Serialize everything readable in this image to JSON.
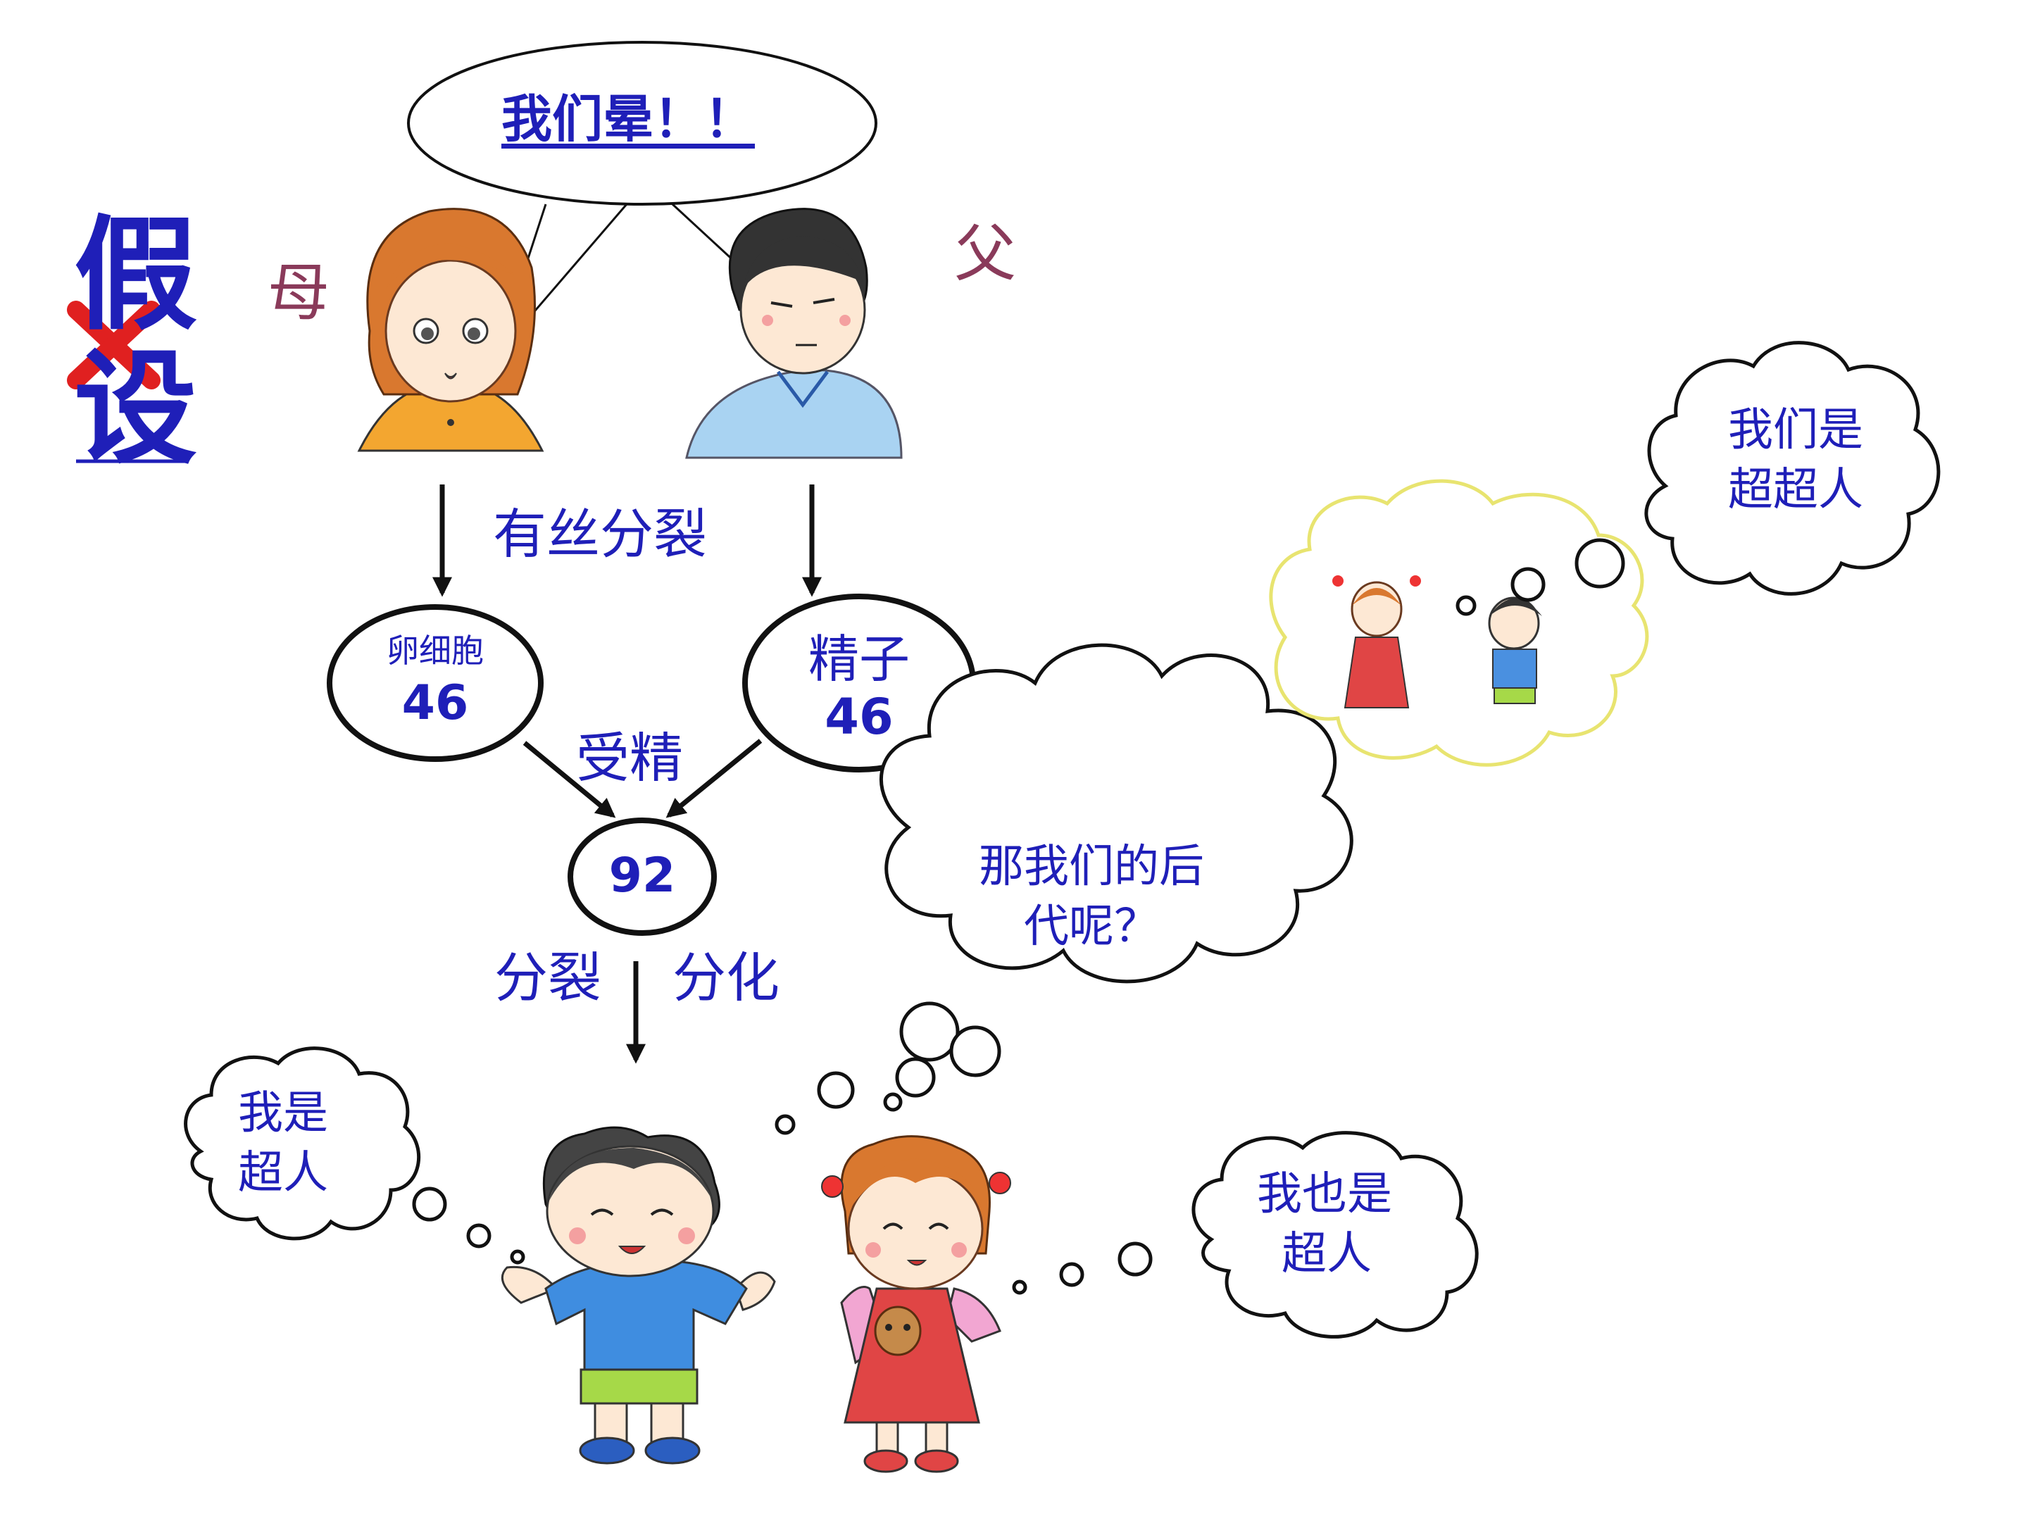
{
  "colors": {
    "text_blue": "#1f1fb8",
    "parent_label": "#8a3a5a",
    "cross": "#e02020",
    "line": "#111111"
  },
  "hypothesis": {
    "char1": "假",
    "char2": "设",
    "cross_icon": "cross-mark-icon"
  },
  "parents": {
    "mother_label": "母",
    "father_label": "父",
    "speech_bubble": "我们晕！！"
  },
  "diagram": {
    "mitosis_label": "有丝分裂",
    "egg": {
      "name": "卵细胞",
      "count": "46"
    },
    "sperm": {
      "name": "精子",
      "count": "46"
    },
    "fertilization_label": "受精",
    "zygote_count": "92",
    "division_label": "分裂",
    "differentiation_label": "分化"
  },
  "thoughts": {
    "parents_question_line1": "那我们的后",
    "parents_question_line2": "代呢？",
    "grandchildren_line1": "我们是",
    "grandchildren_line2": "超超人",
    "boy_line1": "我是",
    "boy_line2": "超人",
    "girl_line1": "我也是",
    "girl_line2": "超人"
  }
}
